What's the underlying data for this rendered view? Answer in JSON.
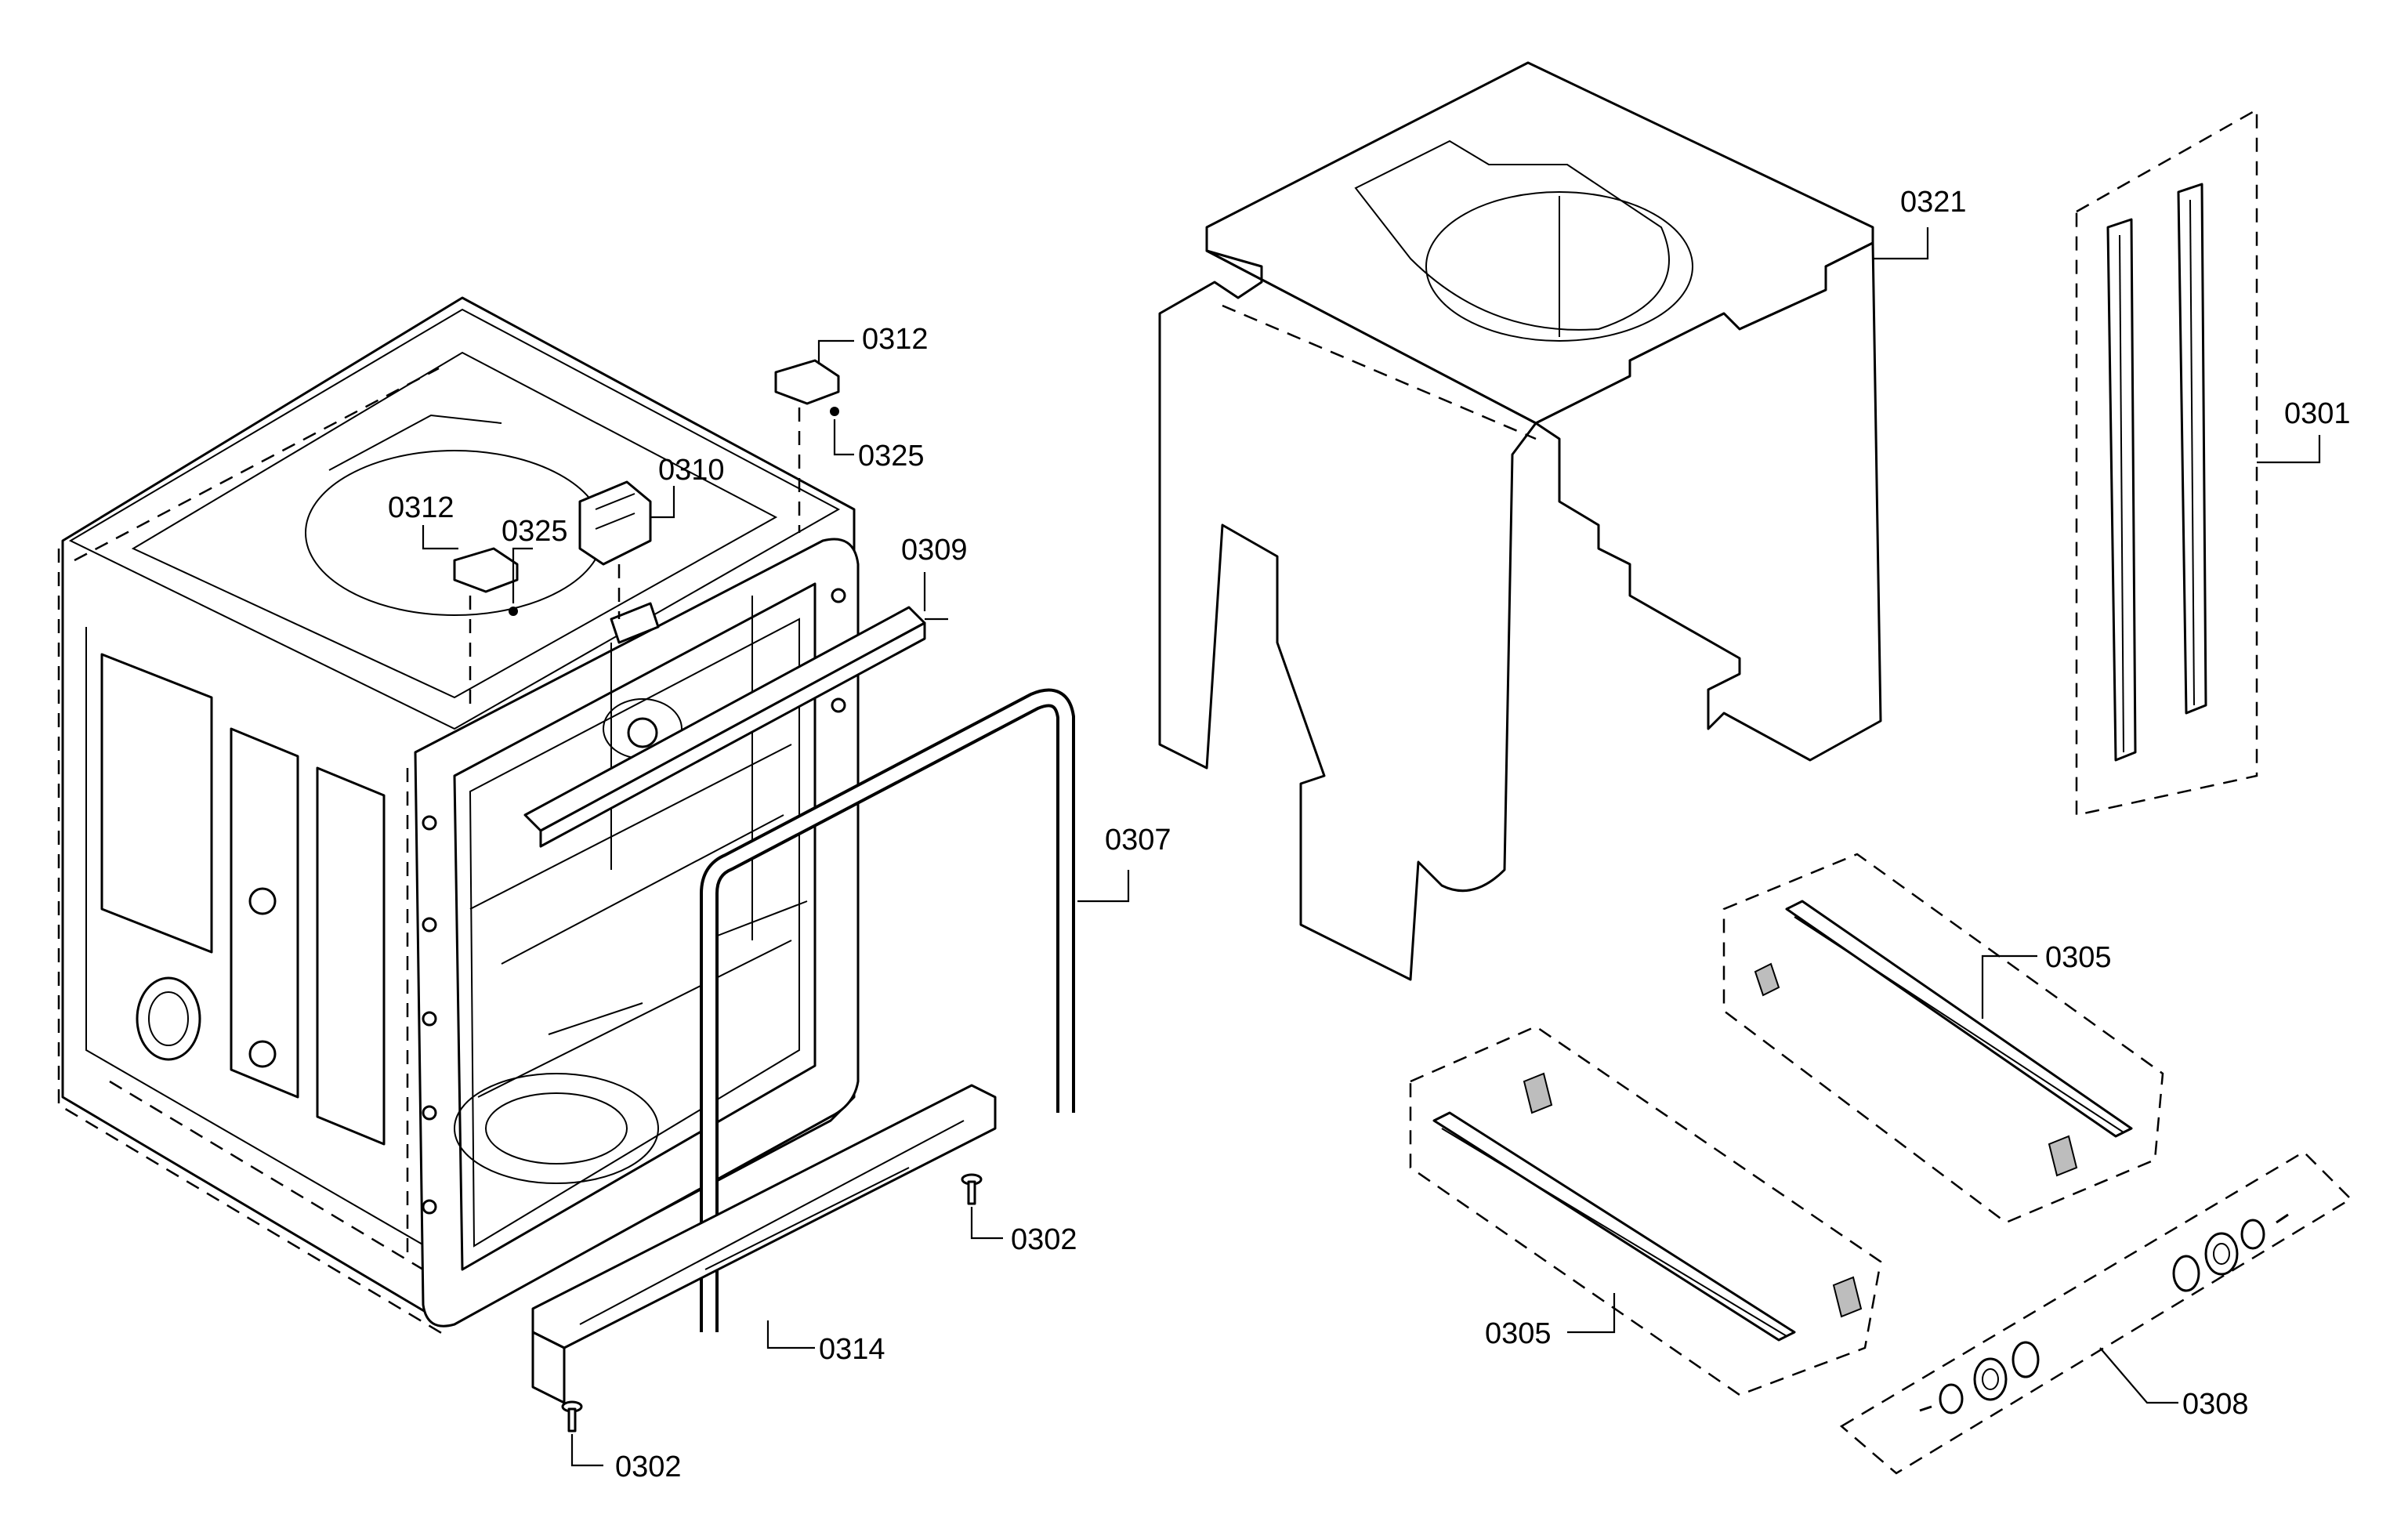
{
  "labels": {
    "p0312a": "0312",
    "p0325a": "0325",
    "p0310": "0310",
    "p0312b": "0312",
    "p0325b": "0325",
    "p0309": "0309",
    "p0307": "0307",
    "p0302a": "0302",
    "p0314": "0314",
    "p0302b": "0302",
    "p0321": "0321",
    "p0301": "0301",
    "p0305a": "0305",
    "p0305b": "0305",
    "p0308": "0308"
  },
  "colors": {
    "line": "#000000",
    "background": "#ffffff"
  }
}
